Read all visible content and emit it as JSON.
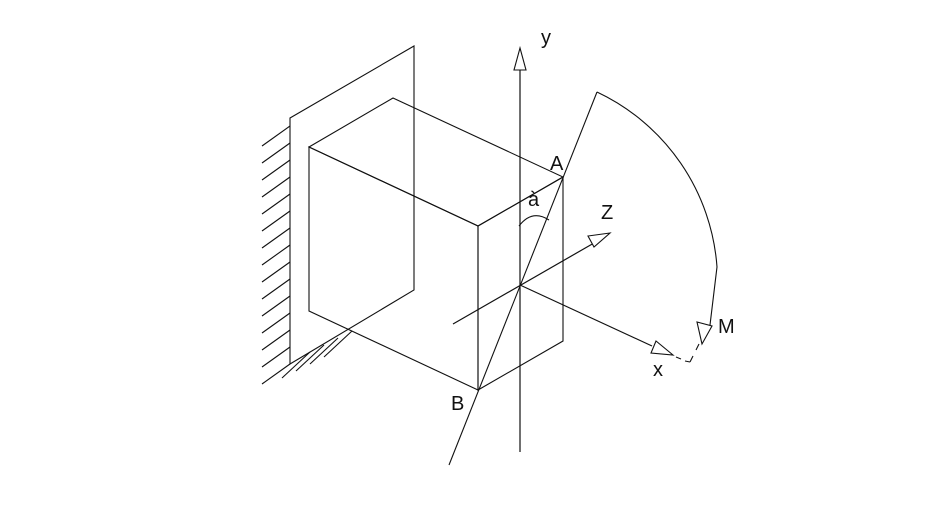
{
  "labels": {
    "y_axis": "y",
    "z_axis": "Z",
    "x_axis": "x",
    "point_a": "A",
    "point_b": "B",
    "angle": "à",
    "moment": "M"
  },
  "colors": {
    "ink": "#111111",
    "background": "#ffffff"
  }
}
